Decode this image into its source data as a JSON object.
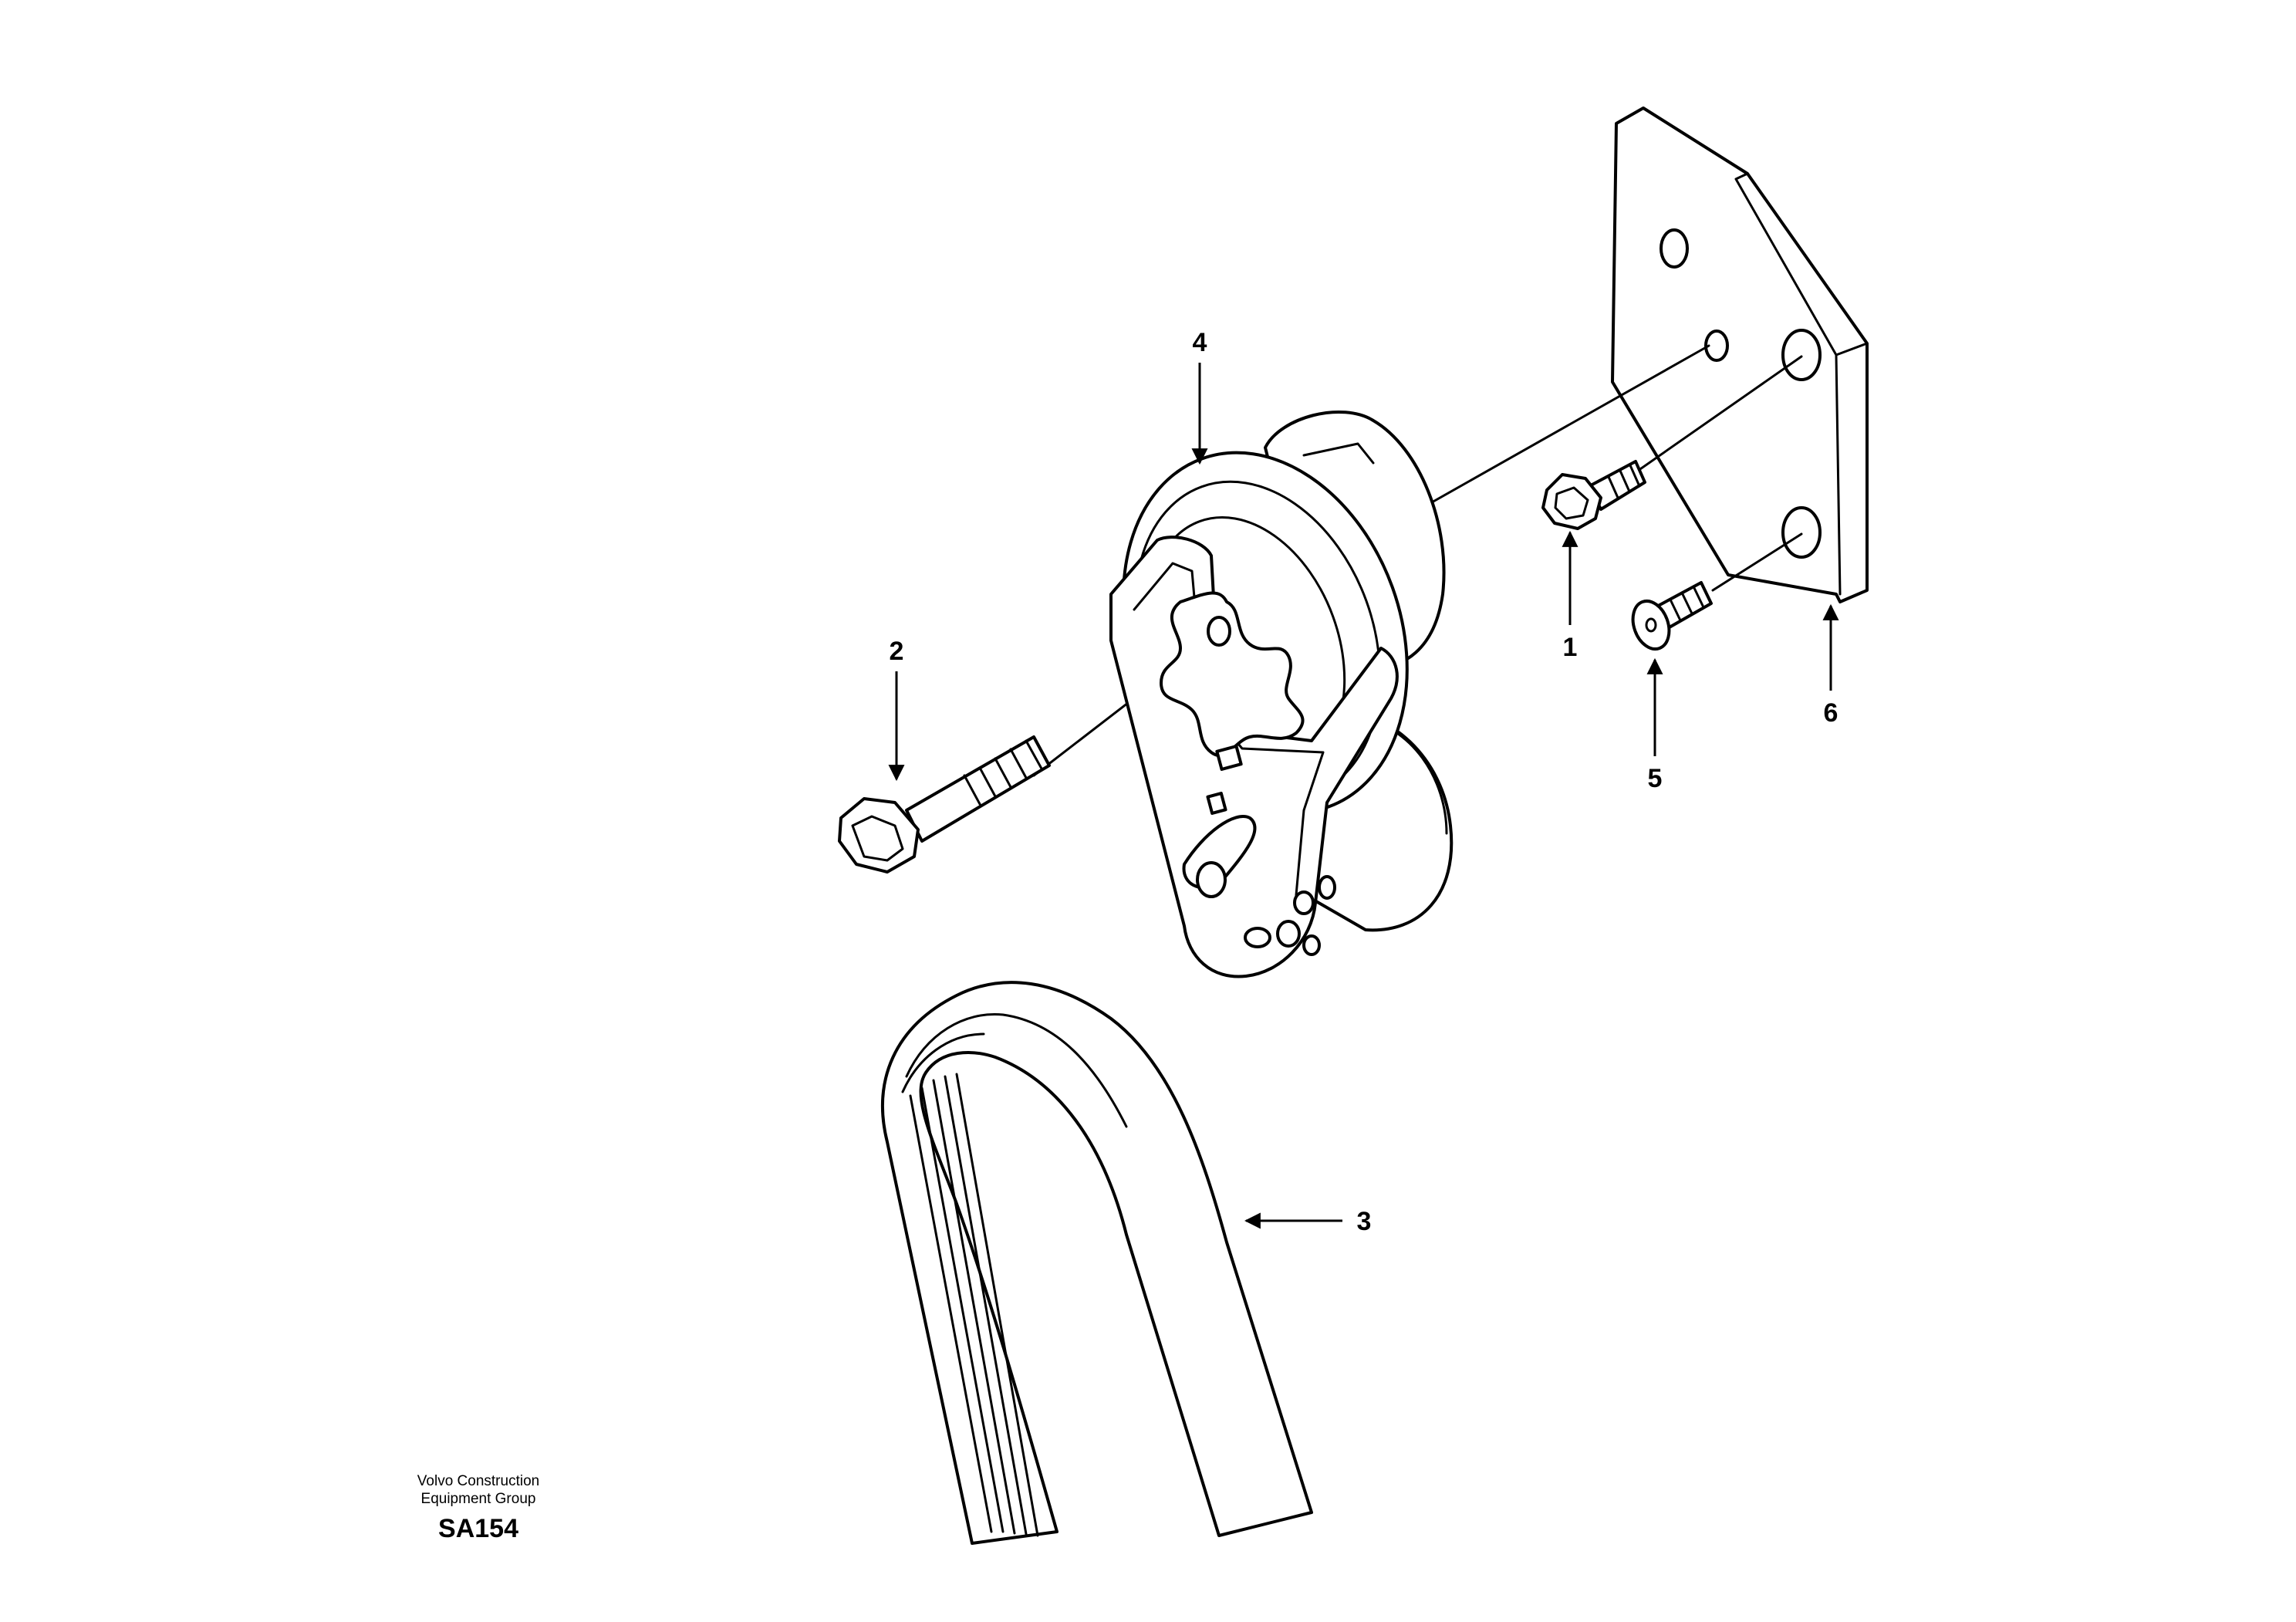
{
  "callouts": [
    {
      "id": "1",
      "label": "1"
    },
    {
      "id": "2",
      "label": "2"
    },
    {
      "id": "3",
      "label": "3"
    },
    {
      "id": "4",
      "label": "4"
    },
    {
      "id": "5",
      "label": "5"
    },
    {
      "id": "6",
      "label": "6"
    }
  ],
  "footer": {
    "org_line1": "Volvo Construction",
    "org_line2": "Equipment Group",
    "code": "SA154"
  }
}
